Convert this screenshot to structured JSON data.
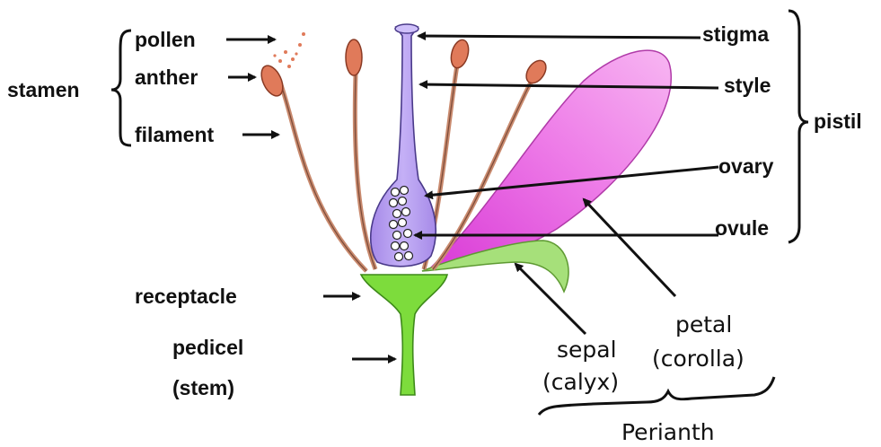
{
  "diagram": {
    "labels": {
      "stamen": "stamen",
      "pollen": "pollen",
      "anther": "anther",
      "filament": "filament",
      "stigma": "stigma",
      "style": "style",
      "pistil": "pistil",
      "ovary": "ovary",
      "ovule": "ovule",
      "receptacle": "receptacle",
      "pedicel": "pedicel",
      "stem": "(stem)",
      "sepal": "sepal",
      "calyx": "(calyx)",
      "petal": "petal",
      "corolla": "(corolla)",
      "perianth": "Perianth"
    },
    "colors": {
      "petal": "#e85ce0",
      "petal_light": "#f4a6ee",
      "pistil": "#b49cf0",
      "receptacle": "#7ddc3c",
      "sepal": "#a6e07a",
      "anther": "#e07a5a",
      "filament": "#c98a6e",
      "ink": "#111111"
    }
  }
}
